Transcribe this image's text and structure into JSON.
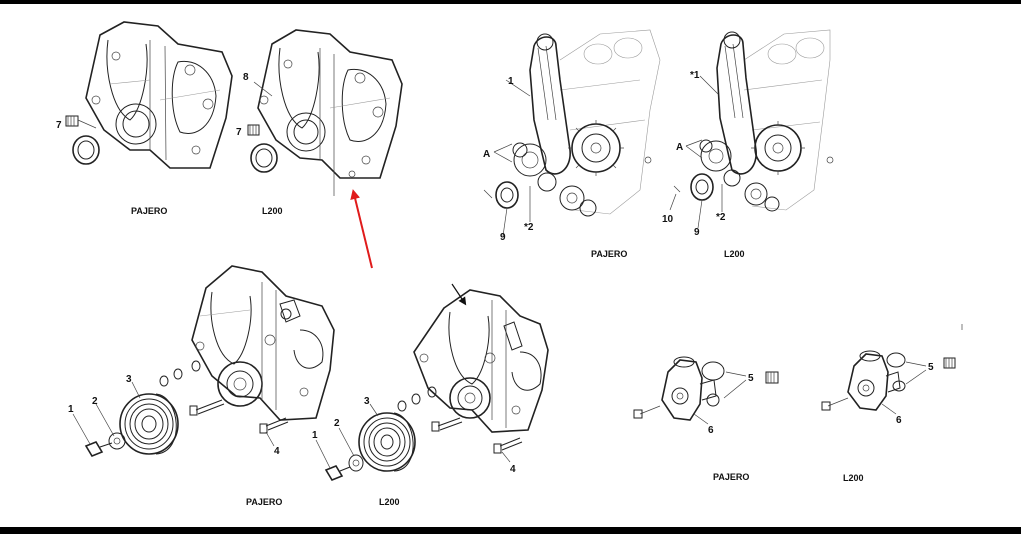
{
  "colors": {
    "arrow": "#e01b1b",
    "ink": "#222222"
  },
  "labels": {
    "cover_pajero_caption": "PAJERO",
    "cover_l200_caption": "L200",
    "timing_pajero_caption": "PAJERO",
    "timing_l200_caption": "L200",
    "pulley_pajero_caption": "PAJERO",
    "pulley_l200_caption": "L200",
    "pump_pajero_caption": "PAJERO",
    "pump_l200_caption": "L200"
  },
  "callouts": {
    "c7a": "7",
    "c7b": "7",
    "c8": "8",
    "c1t": "1",
    "cAt": "A",
    "c2t": "*2",
    "c9t": "9",
    "c1l": "*1",
    "cAl": "A",
    "c2l": "*2",
    "c9l": "9",
    "c10l": "10",
    "p1": "1",
    "p2": "2",
    "p3": "3",
    "p4": "4",
    "q1": "1",
    "q2": "2",
    "q3": "3",
    "q4": "4",
    "w5": "5",
    "w6": "6",
    "v5": "5",
    "v6": "6"
  }
}
